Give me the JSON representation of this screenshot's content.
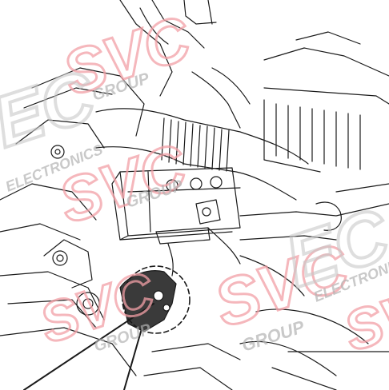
{
  "watermark": {
    "brand_large": "SVC",
    "logo_letters": "EC",
    "group_text": "GROUP",
    "electronics_text": "ELECTRONICS",
    "colors": {
      "brand_red": "#f2a0a6",
      "logo_gray": "#c9c9c9",
      "text_gray": "#b3b3b3"
    }
  },
  "diagram": {
    "subject": "engine-bay-battery-area-line-drawing",
    "highlight_circle": "dashed-circle-around-battery-negative-terminal",
    "leader_lines": 2,
    "colors": {
      "ink": "#1a1a1a",
      "background": "#ffffff",
      "shade": "#3a3a3a"
    }
  }
}
